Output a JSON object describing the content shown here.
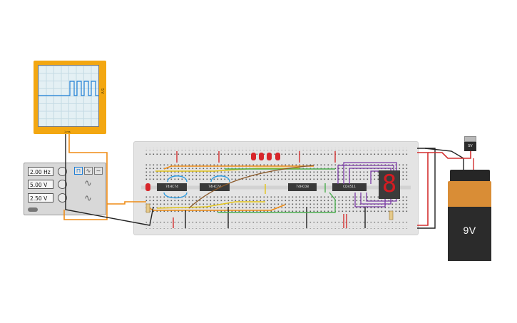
{
  "oscilloscope": {
    "side_label": "5 V",
    "bottom_label": "1 ms",
    "trace_color": "#1f7fd6",
    "body_color": "#f3a711"
  },
  "function_generator": {
    "frequency": "2.00 Hz",
    "amplitude": "5.00 V",
    "offset": "2.50 V",
    "waveforms": [
      "square",
      "triangle",
      "sine"
    ],
    "selected_waveform": "square"
  },
  "breadboard": {
    "chips": [
      "74HC74",
      "74HC74",
      "74HC08",
      "CD4511"
    ],
    "leds": {
      "count": 5,
      "color": "#d7262b"
    },
    "display": {
      "type": "seven-segment",
      "digit": "8",
      "color": "#d41c22"
    }
  },
  "regulator": {
    "label": "5V"
  },
  "battery": {
    "label": "9V"
  },
  "wire_colors": {
    "orange": "#ef8c15",
    "red": "#d32f2f",
    "black": "#222222",
    "blue": "#2e9be0",
    "purple": "#7b3aa6",
    "green": "#4caf50",
    "yellow": "#e3c41a",
    "brown": "#8b5a2b"
  }
}
